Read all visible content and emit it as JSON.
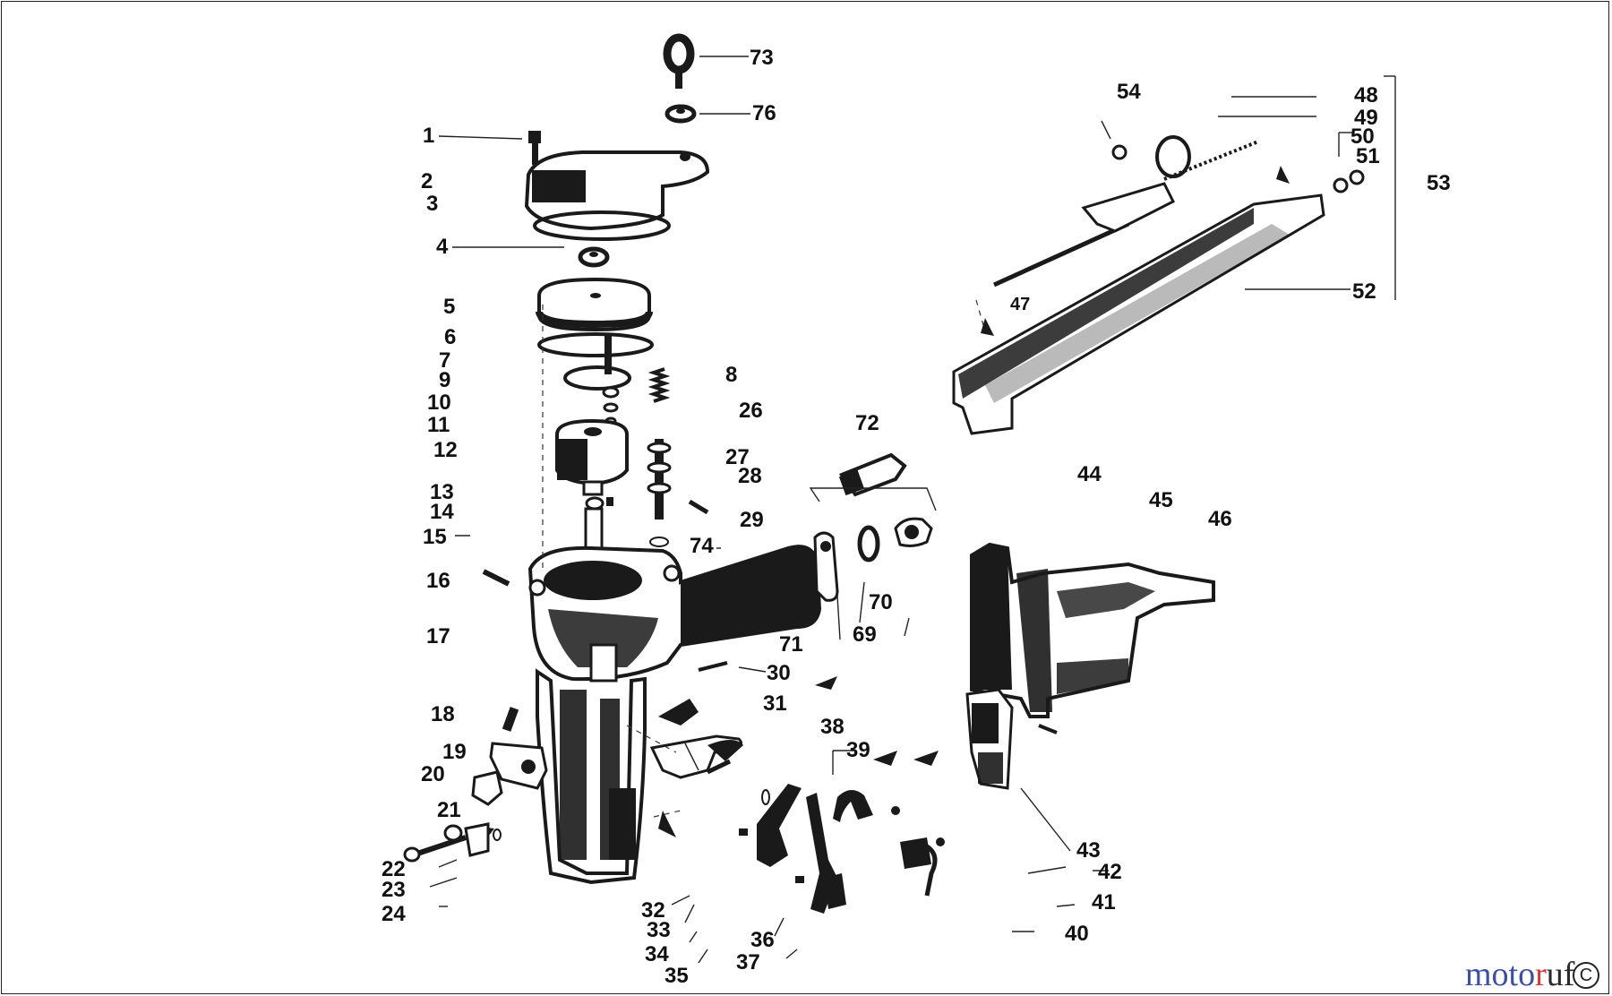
{
  "brand": {
    "part1": "moto",
    "part2": "r",
    "part3": "uf",
    "copyright": "C"
  },
  "part_numbers": {
    "p1": "1",
    "p2": "2",
    "p3": "3",
    "p4": "4",
    "p5": "5",
    "p6": "6",
    "p7": "7",
    "p8": "8",
    "p9": "9",
    "p10": "10",
    "p11": "11",
    "p12": "12",
    "p13": "13",
    "p14": "14",
    "p15": "15",
    "p16": "16",
    "p17": "17",
    "p18": "18",
    "p19": "19",
    "p20": "20",
    "p21": "21",
    "p22": "22",
    "p23": "23",
    "p24": "24",
    "p26": "26",
    "p27": "27",
    "p28": "28",
    "p29": "29",
    "p30": "30",
    "p31": "31",
    "p32": "32",
    "p33": "33",
    "p34": "34",
    "p35": "35",
    "p36": "36",
    "p37": "37",
    "p38": "38",
    "p39": "39",
    "p40": "40",
    "p41": "41",
    "p42": "42",
    "p43": "43",
    "p44": "44",
    "p45": "45",
    "p46": "46",
    "p47": "47",
    "p48": "48",
    "p49": "49",
    "p50": "50",
    "p51": "51",
    "p52": "52",
    "p53": "53",
    "p54": "54",
    "p69": "69",
    "p70": "70",
    "p71": "71",
    "p72": "72",
    "p73": "73",
    "p74": "74",
    "p76": "76"
  }
}
